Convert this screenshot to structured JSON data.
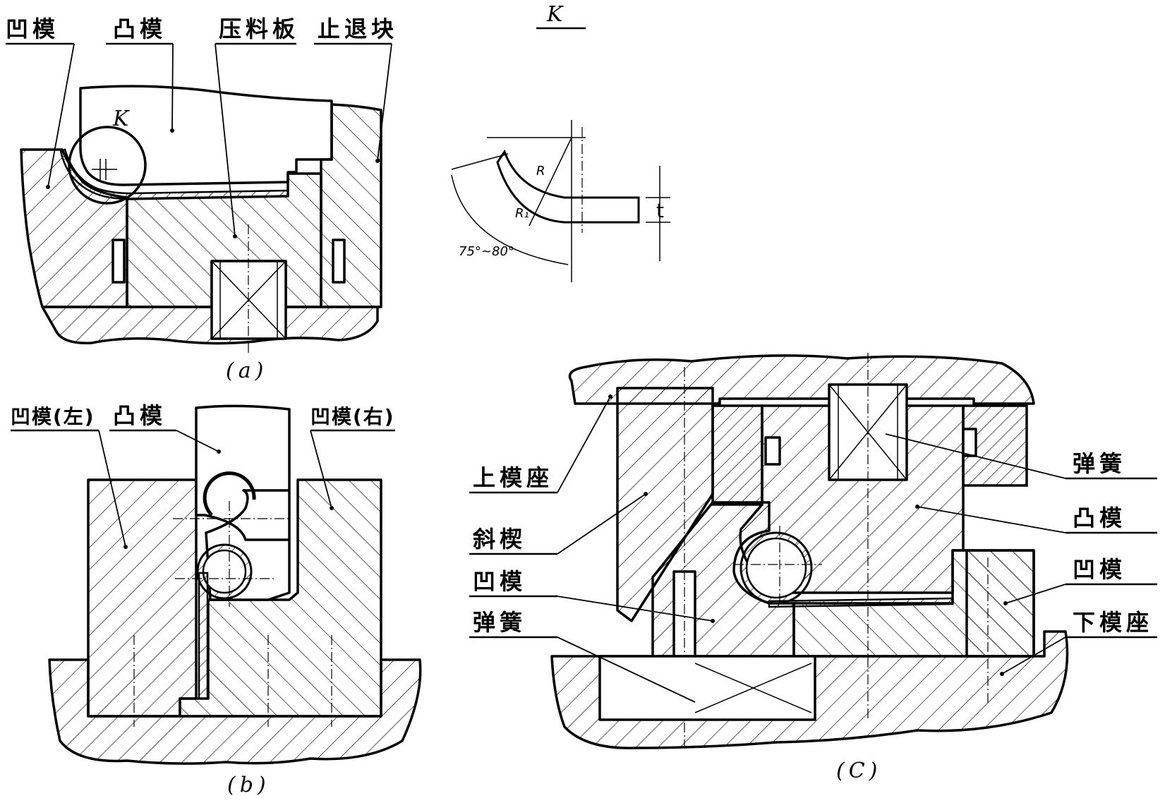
{
  "figure_a": {
    "caption": "(a)",
    "labels": {
      "die": "凹模",
      "punch": "凸模",
      "pressure_plate": "压料板",
      "stop_block": "止退块"
    },
    "detail_marker": "K"
  },
  "detail_k": {
    "title": "K",
    "radius_outer": "R",
    "radius_inner": "R₁",
    "thickness": "t",
    "angle": "75°~80°"
  },
  "figure_b": {
    "caption": "(b)",
    "labels": {
      "die_left": "凹模(左)",
      "punch": "凸模",
      "die_right": "凹模(右)"
    }
  },
  "figure_c": {
    "caption": "(C)",
    "labels": {
      "upper_die_seat": "上模座",
      "wedge": "斜楔",
      "die_left": "凹模",
      "spring_left": "弹簧",
      "spring_right": "弹簧",
      "punch": "凸模",
      "die_right": "凹模",
      "lower_die_seat": "下模座"
    }
  },
  "colors": {
    "ink": "#000000",
    "paper": "#ffffff"
  }
}
